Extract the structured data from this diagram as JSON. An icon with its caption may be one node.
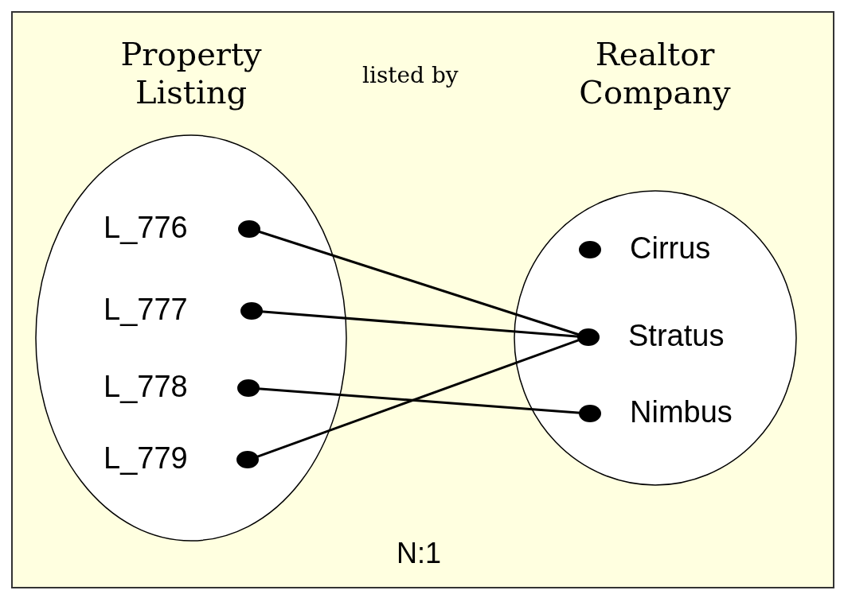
{
  "diagram": {
    "nodes": [
      {
        "text": [
          "Property Listing"
        ]
      },
      {
        "text": [],
        "shape": "circle",
        "in": 0,
        "beside": [
          "L_776"
        ]
      },
      {
        "text": [],
        "shape": "circle",
        "in": 0,
        "beside": [
          "L_777"
        ]
      },
      {
        "text": [],
        "shape": "circle",
        "in": 0,
        "beside": [
          "L_778"
        ]
      },
      {
        "text": [],
        "shape": "circle",
        "in": 0,
        "beside": [
          "L_779"
        ]
      },
      {
        "text": [
          "Realtor Company"
        ]
      },
      {
        "text": [],
        "shape": "circle",
        "in": 5,
        "beside": [
          "Cirrus"
        ]
      },
      {
        "text": [],
        "shape": "circle",
        "in": 5,
        "beside": [
          "Stratus"
        ]
      },
      {
        "text": [],
        "shape": "circle",
        "in": 5,
        "beside": [
          "Nimbus"
        ]
      }
    ],
    "edges": [
      {
        "from": 1,
        "to": 7,
        "arrow": "none"
      },
      {
        "from": 2,
        "to": 7,
        "arrow": "none"
      },
      {
        "from": 3,
        "to": 8,
        "arrow": "none"
      },
      {
        "from": 4,
        "to": 7,
        "arrow": "none"
      }
    ],
    "labels": [
      "listed by",
      "N:1"
    ]
  }
}
